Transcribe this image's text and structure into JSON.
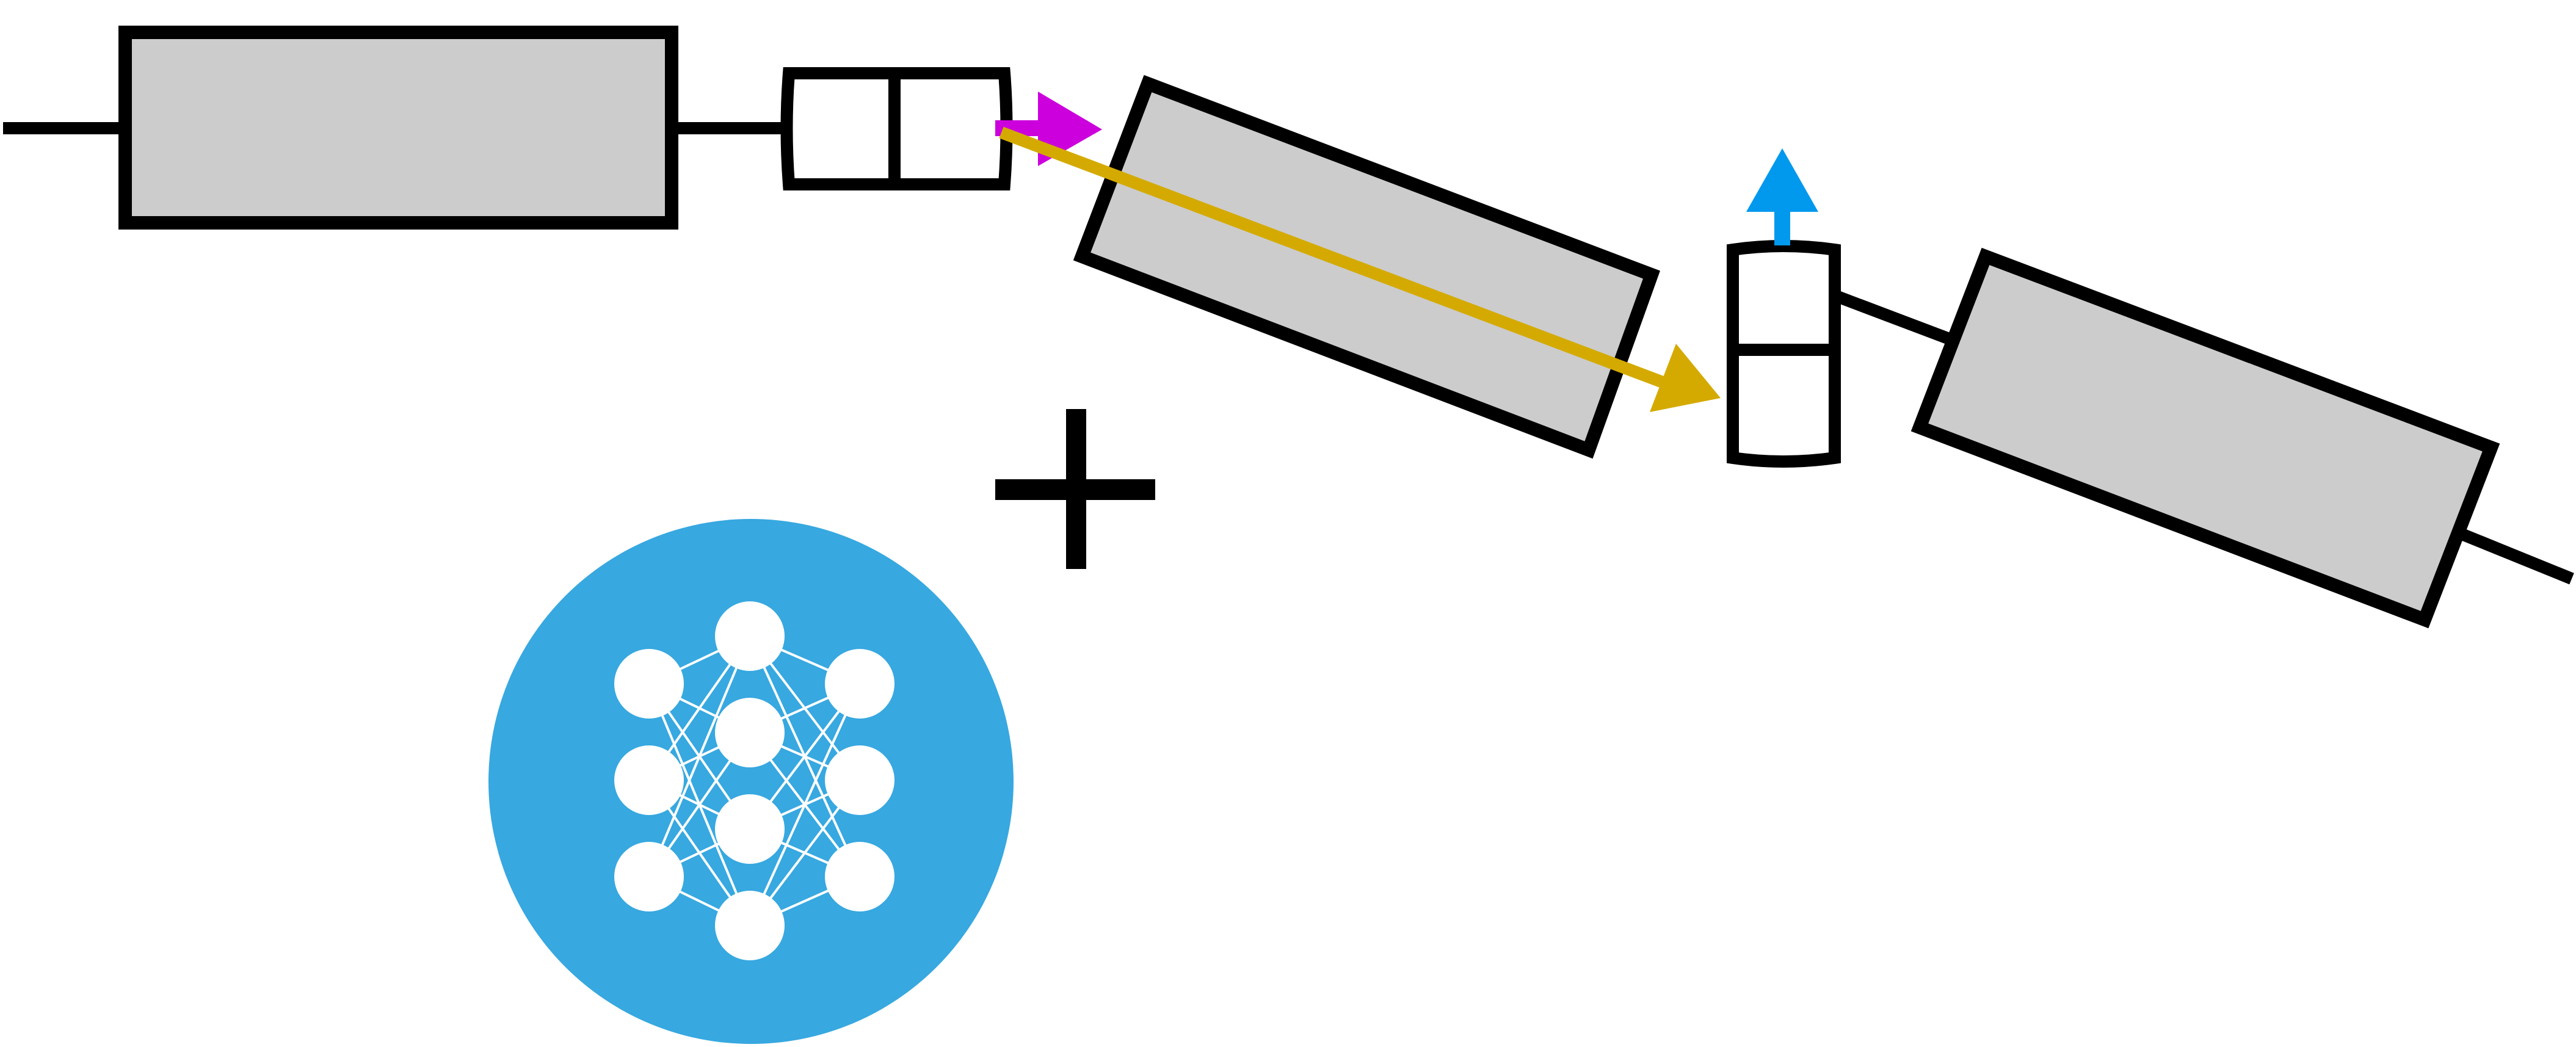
{
  "diagram": {
    "description_free": true,
    "colors": {
      "background": "#ffffff",
      "outline": "#000000",
      "block_fill": "#cccccc",
      "joint_fill": "#ffffff",
      "arrow_magenta": "#cc00dd",
      "arrow_gold": "#d4aa00",
      "arrow_blue": "#0099ee",
      "network_circle": "#37a8e0",
      "network_nodes": "#ffffff"
    },
    "icons": [
      "plus-icon",
      "neural-network-icon"
    ],
    "network_layers": [
      3,
      4,
      3
    ]
  }
}
